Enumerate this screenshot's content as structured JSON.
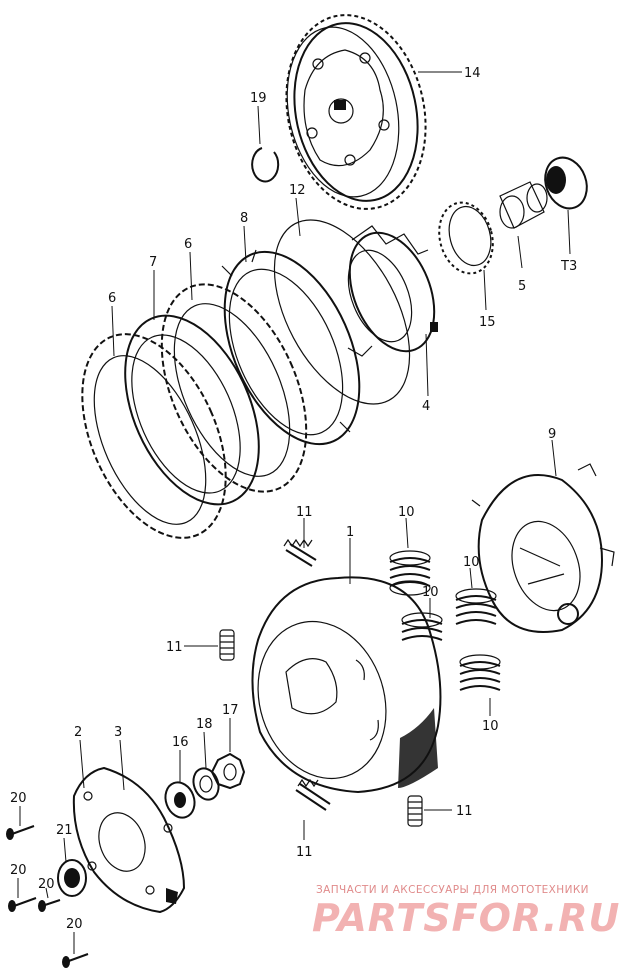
{
  "diagram": {
    "parts": [
      {
        "id": "p14",
        "label": "14"
      },
      {
        "id": "p19",
        "label": "19"
      },
      {
        "id": "p12",
        "label": "12"
      },
      {
        "id": "p13",
        "label": "T3"
      },
      {
        "id": "p8",
        "label": "8"
      },
      {
        "id": "p6a",
        "label": "6"
      },
      {
        "id": "p7",
        "label": "7"
      },
      {
        "id": "p6b",
        "label": "6"
      },
      {
        "id": "p5",
        "label": "5"
      },
      {
        "id": "p15",
        "label": "15"
      },
      {
        "id": "p4",
        "label": "4"
      },
      {
        "id": "p9",
        "label": "9"
      },
      {
        "id": "p11a",
        "label": "11"
      },
      {
        "id": "p1",
        "label": "1"
      },
      {
        "id": "p10a",
        "label": "10"
      },
      {
        "id": "p10b",
        "label": "10"
      },
      {
        "id": "p10c",
        "label": "10"
      },
      {
        "id": "p10d",
        "label": "10"
      },
      {
        "id": "p11b",
        "label": "11"
      },
      {
        "id": "p2",
        "label": "2"
      },
      {
        "id": "p3",
        "label": "3"
      },
      {
        "id": "p16",
        "label": "16"
      },
      {
        "id": "p18",
        "label": "18"
      },
      {
        "id": "p17",
        "label": "17"
      },
      {
        "id": "p20a",
        "label": "20"
      },
      {
        "id": "p21",
        "label": "21"
      },
      {
        "id": "p20b",
        "label": "20"
      },
      {
        "id": "p20c",
        "label": "20"
      },
      {
        "id": "p11c",
        "label": "11"
      },
      {
        "id": "p11d",
        "label": "11"
      },
      {
        "id": "p20d",
        "label": "20"
      }
    ]
  },
  "watermark": {
    "tagline": "ЗАПЧАСТИ И АКСЕССУАРЫ ДЛЯ МОТОТЕХНИКИ",
    "logo": "PARTSFOR.RU"
  }
}
